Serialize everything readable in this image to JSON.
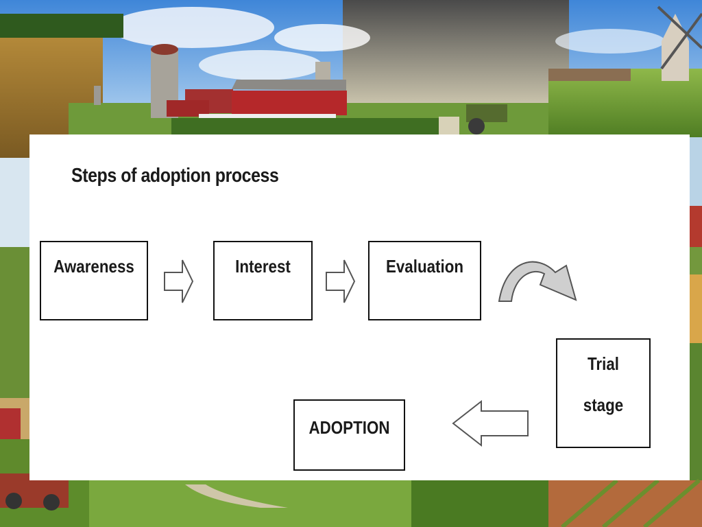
{
  "diagram": {
    "title": "Steps of adoption process",
    "steps": {
      "awareness": "Awareness",
      "interest": "Interest",
      "evaluation": "Evaluation",
      "trial_line1": "Trial",
      "trial_line2": "stage",
      "adoption": "ADOPTION"
    }
  },
  "colors": {
    "panel": "#ffffff",
    "box_border": "#111111",
    "text": "#1a1a1a",
    "arrow_fill": "#ffffff",
    "curved_arrow_fill": "#cfcfcf",
    "arrow_stroke": "#555555"
  },
  "icons": [
    "right-arrow-icon",
    "curved-arrow-icon",
    "left-arrow-icon"
  ]
}
